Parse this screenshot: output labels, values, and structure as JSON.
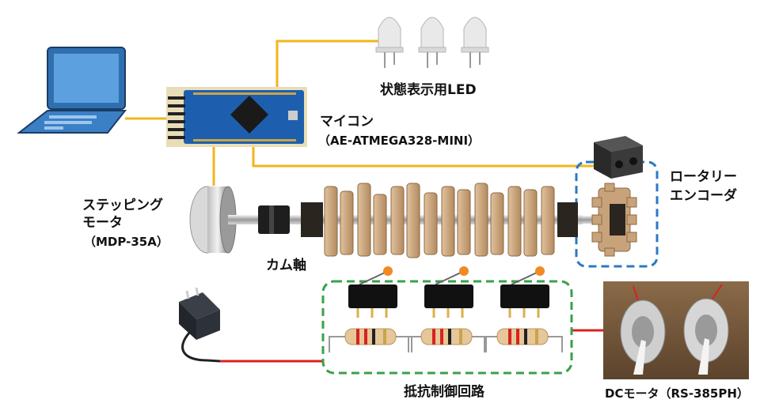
{
  "labels": {
    "led": "状態表示用LED",
    "mcu_name": "マイコン",
    "mcu_model": "（AE-ATMEGA328-MINI）",
    "encoder_line1": "ロータリー",
    "encoder_line2": "エンコーダ",
    "stepper_line1": "ステッピング",
    "stepper_line2": "モータ",
    "stepper_model": "（MDP-35A）",
    "camshaft": "カム軸",
    "resistor_circuit": "抵抗制御回路",
    "dc_motor": "DCモータ（RS-385PH）"
  },
  "colors": {
    "signal_wire": "#f2b61c",
    "power_wire": "#d8231f",
    "encoder_box": "#2a78c4",
    "circuit_box": "#3aa04a",
    "cam_wood": "#c8a27a",
    "pcb": "#1d5fae",
    "laptop": "#3b7fc4"
  },
  "icons": [
    "laptop-icon",
    "microcontroller-board-icon",
    "led-icon",
    "stepper-motor-icon",
    "coupler-icon",
    "camshaft-icon",
    "rotary-encoder-icon",
    "microswitch-icon",
    "resistor-icon",
    "ac-adapter-icon",
    "dc-motor-photo"
  ]
}
